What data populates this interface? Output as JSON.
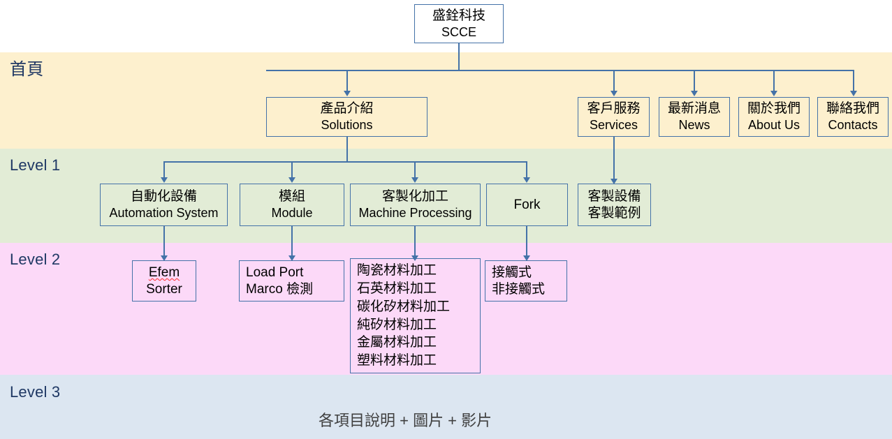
{
  "diagram": {
    "title": "SCCE Website Sitemap",
    "root": {
      "cn": "盛銓科技",
      "en": "SCCE"
    },
    "bands": [
      {
        "key": "home",
        "label": "首頁",
        "color": "#fdf0ce"
      },
      {
        "key": "level1",
        "label": "Level 1",
        "color": "#e2ecd6"
      },
      {
        "key": "level2",
        "label": "Level 2",
        "color": "#fcd9f8"
      },
      {
        "key": "level3",
        "label": "Level 3",
        "color": "#dce6f1"
      }
    ],
    "home_nodes": [
      {
        "cn": "產品介紹",
        "en": "Solutions"
      },
      {
        "cn": "客戶服務",
        "en": "Services"
      },
      {
        "cn": "最新消息",
        "en": "News"
      },
      {
        "cn": "關於我們",
        "en": "About Us"
      },
      {
        "cn": "聯絡我們",
        "en": "Contacts"
      }
    ],
    "level1_nodes": [
      {
        "cn": "自動化設備",
        "en": "Automation System"
      },
      {
        "cn": "模組",
        "en": "Module"
      },
      {
        "cn": "客製化加工",
        "en": "Machine Processing"
      },
      {
        "cn": "Fork",
        "en": ""
      },
      {
        "cn": "客製設備",
        "en": "客製範例"
      }
    ],
    "level2_nodes": {
      "efem": {
        "l1": "Efem",
        "l2": "Sorter"
      },
      "loadport": {
        "l1": "Load Port",
        "l2": "Marco 檢測"
      },
      "materials": {
        "items": [
          "陶瓷材料加工",
          "石英材料加工",
          "碳化矽材料加工",
          "純矽材料加工",
          "金屬材料加工",
          "塑料材料加工"
        ]
      },
      "fork_types": {
        "l1": "接觸式",
        "l2": "非接觸式"
      }
    },
    "level3_note": "各項目說明 + 圖片 + 影片",
    "colors": {
      "line": "#4472a8",
      "box_border": "#4472a8",
      "band_label": "#1f3864",
      "note_text": "#404040",
      "spellcheck": "#ff2b2b"
    }
  }
}
